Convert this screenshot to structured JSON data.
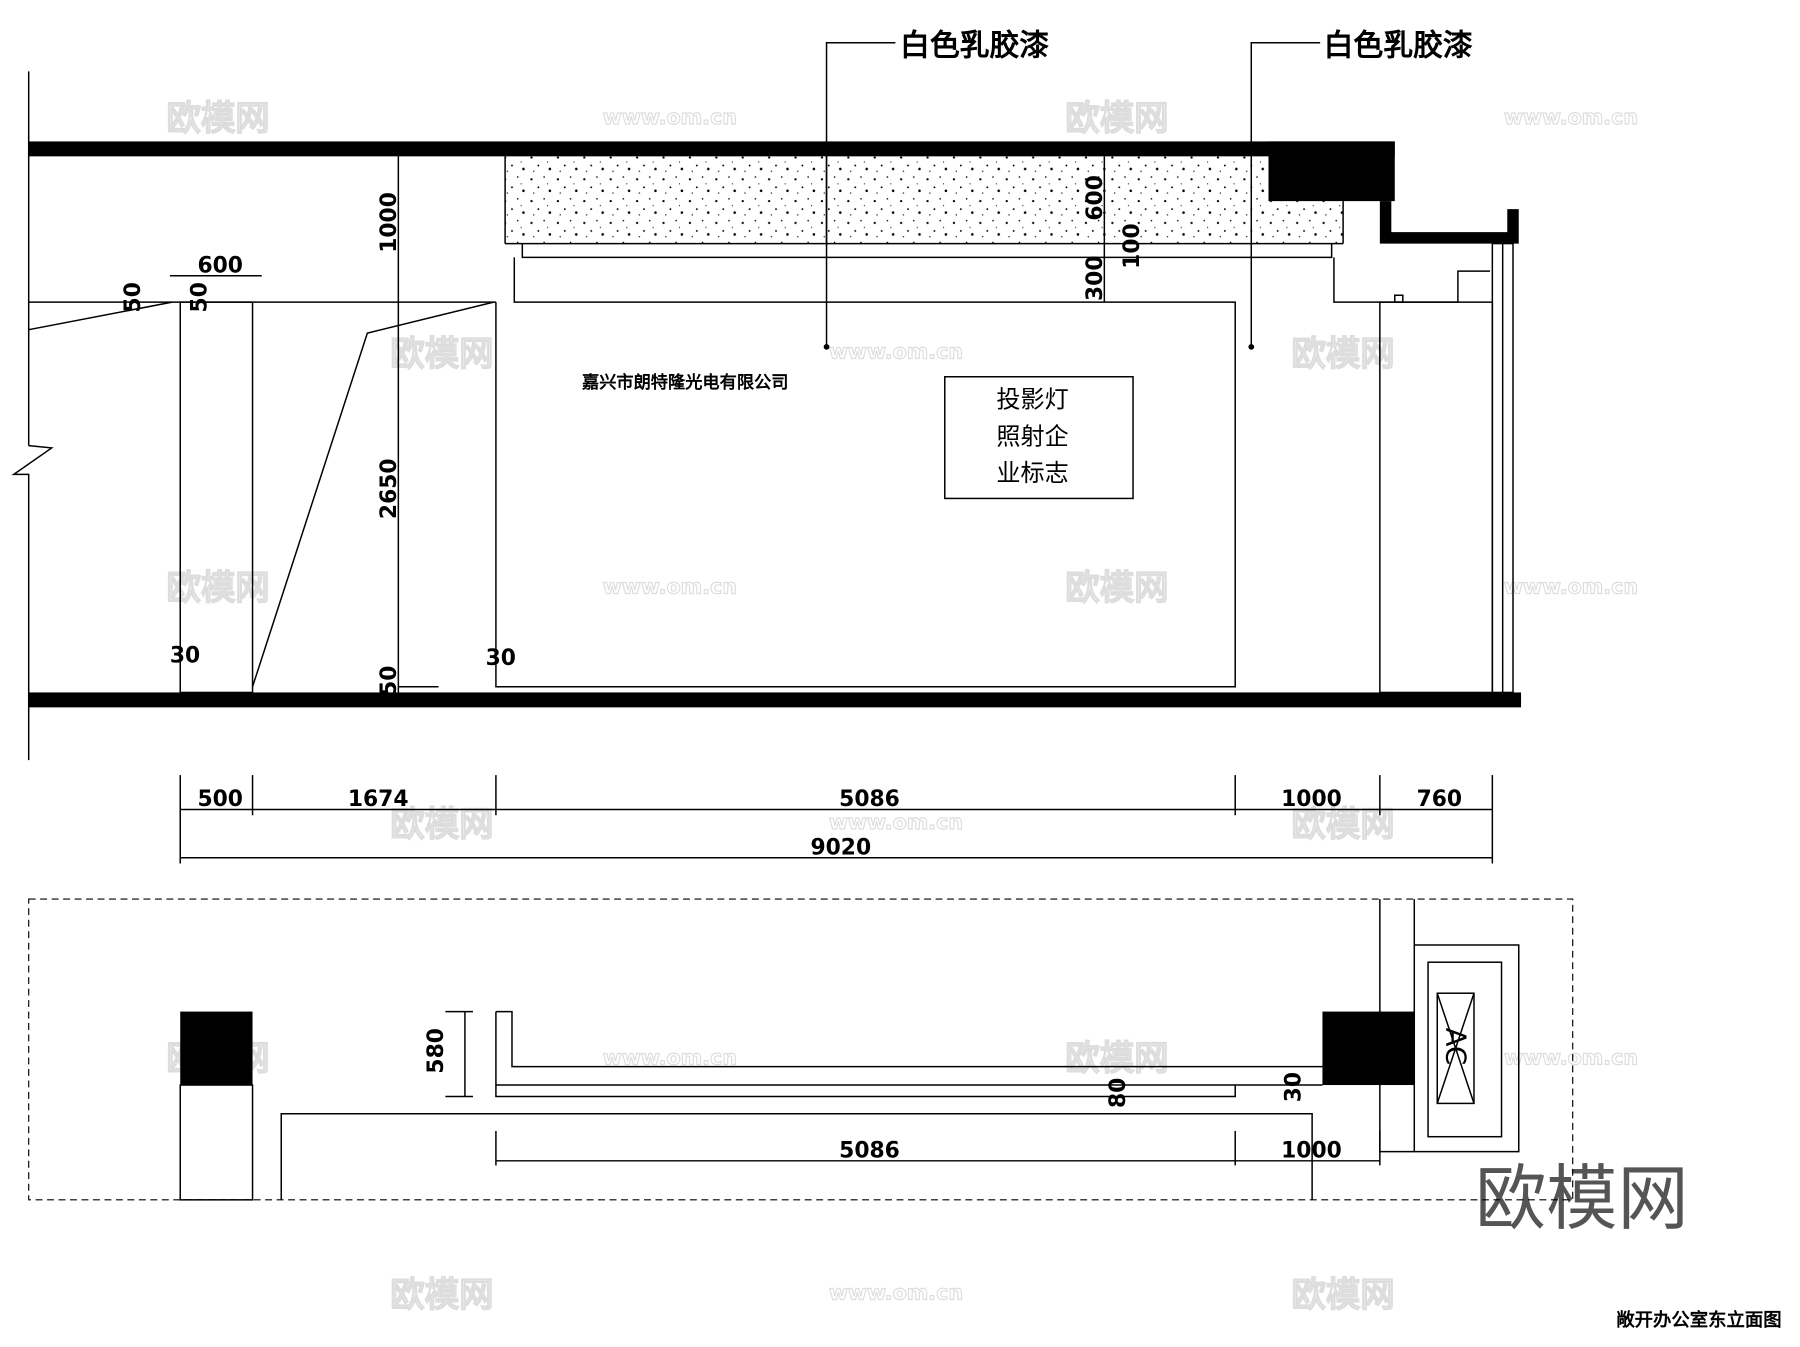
{
  "drawing_title": "敞开办公室东立面图",
  "callouts": [
    "白色乳胶漆",
    "白色乳胶漆"
  ],
  "company_name": "嘉兴市朗特隆光电有限公司",
  "logo_box": [
    "投影灯",
    "照射企",
    "业标志"
  ],
  "elevation_dims": {
    "vertical": [
      "1000",
      "2650",
      "600",
      "100",
      "300",
      "50",
      "50",
      "30",
      "30",
      "50"
    ],
    "top_width": "600",
    "segments": [
      "500",
      "1674",
      "5086",
      "1000",
      "760"
    ],
    "total": "9020"
  },
  "plan_dims": {
    "depth": "580",
    "gap": "80",
    "offset": "30",
    "segments": [
      "5086",
      "1000"
    ],
    "ac_label": "AC"
  },
  "watermark": {
    "logo": "欧模网",
    "url": "www.om.cn"
  }
}
